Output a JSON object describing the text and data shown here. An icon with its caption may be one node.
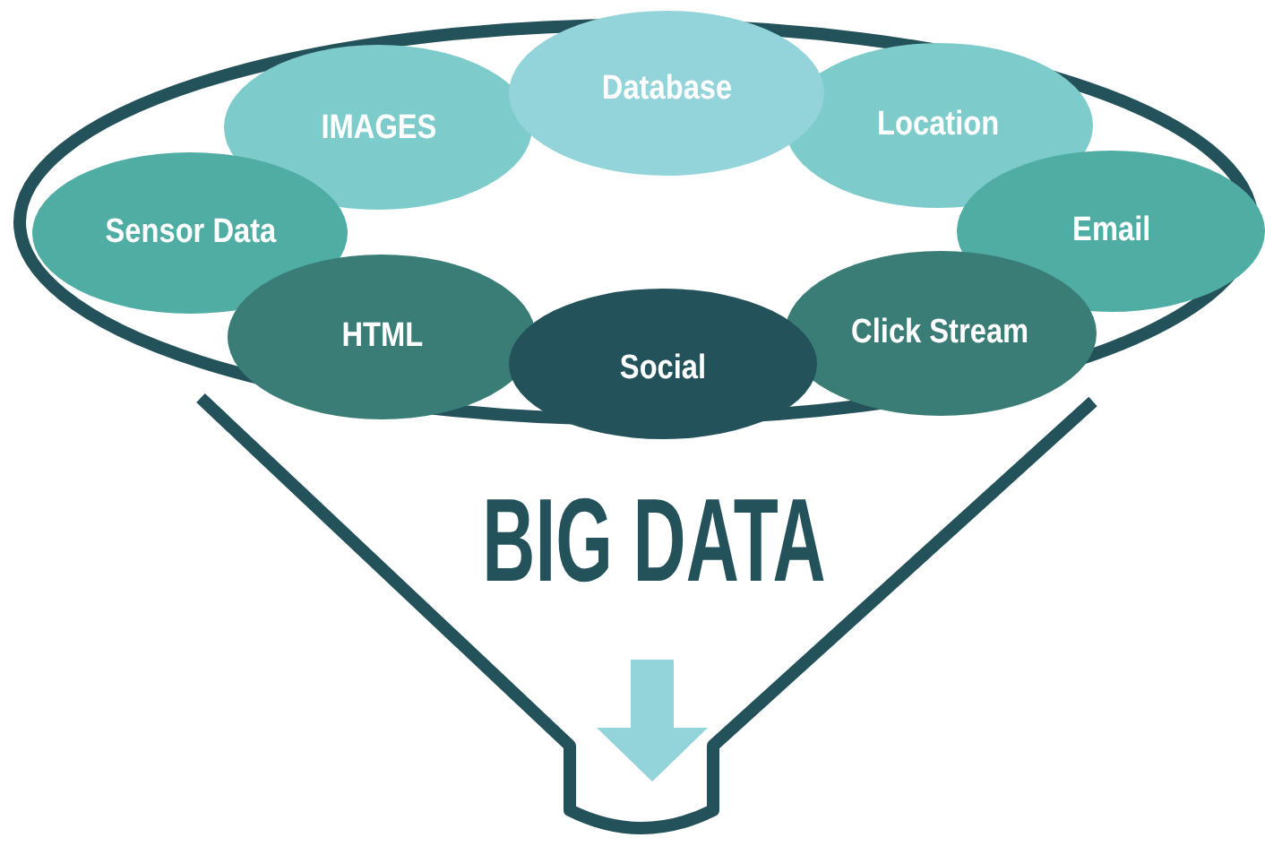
{
  "diagram": {
    "nodes": [
      {
        "text": [
          "BIG DATA"
        ]
      },
      {
        "text": [
          "Database"
        ]
      },
      {
        "text": [
          "IMAGES"
        ],
        "in": 0
      },
      {
        "text": [
          "Location"
        ],
        "in": 0
      },
      {
        "text": [
          "Sensor Data"
        ],
        "in": 0
      },
      {
        "text": [
          "Email"
        ],
        "in": 0
      },
      {
        "text": [
          "HTML"
        ],
        "in": 0
      },
      {
        "text": [
          "Social"
        ],
        "in": 0
      },
      {
        "text": [
          "Click Stream"
        ],
        "in": 0
      }
    ]
  }
}
